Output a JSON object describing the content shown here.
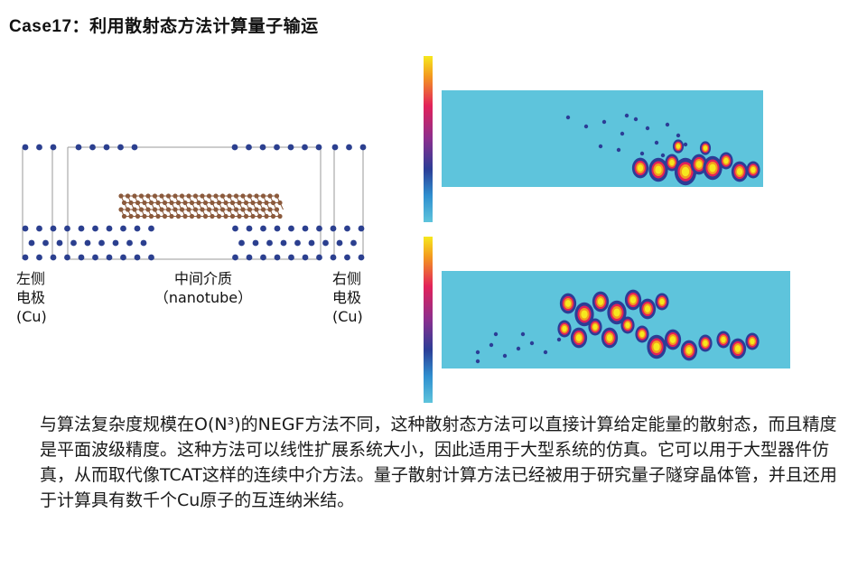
{
  "title": {
    "case": "Case17：",
    "text": "利用散射态方法计算量子输运"
  },
  "labels": {
    "left_line1": "左侧",
    "left_line2": "电极",
    "left_line3": "(Cu)",
    "mid_line1": "中间介质",
    "mid_line2": "（nanotube）",
    "right_line1": "右侧",
    "right_line2": "电极",
    "right_line3": "(Cu)"
  },
  "paragraph": "与算法复杂度规模在O(N³)的NEGF方法不同，这种散射态方法可以直接计算给定能量的散射态，而且精度是平面波级精度。这种方法可以线性扩展系统大小，因此适用于大型系统的仿真。它可以用于大型器件仿真，从而取代像TCAT这样的连续中介方法。量子散射计算方法已经被用于研究量子隧穿晶体管，并且还用于计算具有数千个Cu原子的互连纳米结。",
  "colors": {
    "atom_cu": "#2b3f8f",
    "atom_c": "#8b5a3c",
    "map_bg": "#5ec4dc"
  }
}
